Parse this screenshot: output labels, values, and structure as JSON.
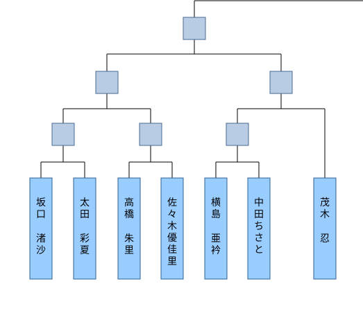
{
  "colors": {
    "background": "#ffffff",
    "line": "#000000",
    "match_box_fill": "#b8cce4",
    "match_box_stroke": "#4a6a90",
    "player_fill": "#99ccff",
    "player_stroke": "#2f5f90",
    "player_text": "#000000"
  },
  "players": [
    {
      "id": "p1",
      "line1": "坂口",
      "line2": "渚沙"
    },
    {
      "id": "p2",
      "line1": "太田",
      "line2": "彩夏"
    },
    {
      "id": "p3",
      "line1": "高橋",
      "line2": "朱里"
    },
    {
      "id": "p4",
      "line1": "佐々木優佳里",
      "line2": ""
    },
    {
      "id": "p5",
      "line1": "横島",
      "line2": "亜衿"
    },
    {
      "id": "p6",
      "line1": "中田ちさと",
      "line2": ""
    },
    {
      "id": "p7",
      "line1": "茂木",
      "line2": "忍"
    }
  ],
  "matches": [
    {
      "id": "r1-a",
      "round": 1,
      "from": [
        "p1",
        "p2"
      ]
    },
    {
      "id": "r1-b",
      "round": 1,
      "from": [
        "p3",
        "p4"
      ]
    },
    {
      "id": "r1-c",
      "round": 1,
      "from": [
        "p5",
        "p6"
      ]
    },
    {
      "id": "r2-a",
      "round": 2,
      "from": [
        "r1-a",
        "r1-b"
      ]
    },
    {
      "id": "r2-b",
      "round": 2,
      "from": [
        "r1-c",
        "p7"
      ]
    },
    {
      "id": "final",
      "round": 3,
      "from": [
        "r2-a",
        "r2-b"
      ]
    }
  ]
}
